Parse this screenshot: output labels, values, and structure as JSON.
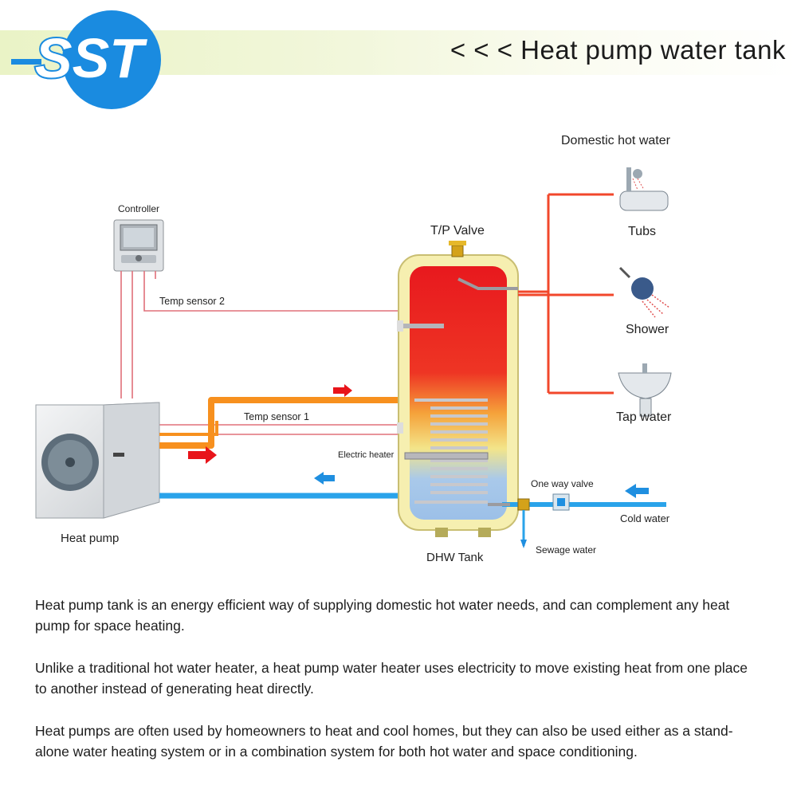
{
  "header": {
    "logo_text": "SST",
    "title": "< < <  Heat pump water tank"
  },
  "diagram": {
    "labels": {
      "controller": "Controller",
      "temp_sensor_2": "Temp sensor 2",
      "temp_sensor_1": "Temp sensor 1",
      "tp_valve": "T/P Valve",
      "electric_heater": "Electric heater",
      "heat_pump": "Heat pump",
      "dhw_tank": "DHW Tank",
      "one_way_valve": "One way valve",
      "cold_water": "Cold  water",
      "sewage_water": "Sewage water",
      "domestic_hot_water": "Domestic hot water",
      "tubs": "Tubs",
      "shower": "Shower",
      "tap_water": "Tap water"
    },
    "colors": {
      "hot_pipe": "#f2472b",
      "flow_pipe": "#f7901e",
      "cold_pipe": "#2aa3ea",
      "sensor_wire": "#e0707a",
      "tank_shell": "#f6efb0",
      "arrow_red": "#e8141a",
      "arrow_blue": "#1f8fe0",
      "brand_blue": "#1a8be0"
    }
  },
  "paragraphs": [
    "Heat pump tank is an energy efficient way of supplying domestic hot water needs, and can complement any heat pump for space heating.",
    "Unlike a traditional hot water heater, a heat pump water heater uses electricity to move existing heat from one place to another instead of generating heat directly.",
    "Heat pumps are often used by homeowners to heat and cool homes, but they can also be used either as a stand-alone water heating system or in a combination system for both hot water and space conditioning."
  ]
}
